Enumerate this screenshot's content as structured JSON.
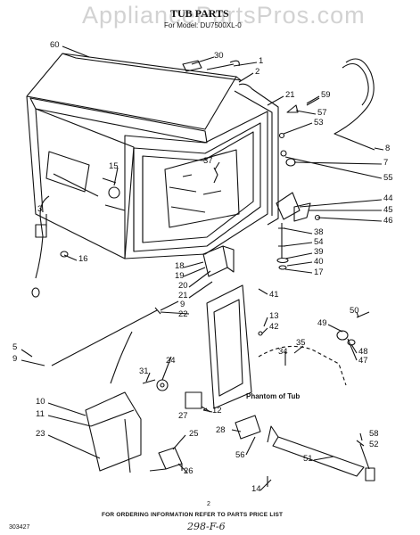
{
  "watermark": "AppliancePartsPros.com",
  "header": {
    "title": "TUB PARTS",
    "subtitle": "For Model: DU7500XL-0"
  },
  "phantom_label": "Phantom of Tub",
  "footer": {
    "note": "FOR ORDERING INFORMATION REFER TO PARTS PRICE LIST",
    "doc_number": "303427",
    "page_number": "2",
    "handwritten": "298-F-6"
  },
  "callouts": [
    "60",
    "30",
    "1",
    "2",
    "21",
    "59",
    "57",
    "53",
    "8",
    "7",
    "55",
    "15",
    "37",
    "44",
    "45",
    "46",
    "3",
    "16",
    "38",
    "54",
    "39",
    "40",
    "17",
    "18",
    "19",
    "20",
    "21",
    "9",
    "22",
    "41",
    "13",
    "42",
    "50",
    "49",
    "48",
    "47",
    "5",
    "9",
    "35",
    "34",
    "24",
    "31",
    "10",
    "11",
    "23",
    "27",
    "12",
    "25",
    "26",
    "28",
    "56",
    "14",
    "51",
    "58",
    "52"
  ],
  "colors": {
    "ink": "#111111",
    "watermark": "#d2d2d2",
    "paper": "#ffffff"
  }
}
